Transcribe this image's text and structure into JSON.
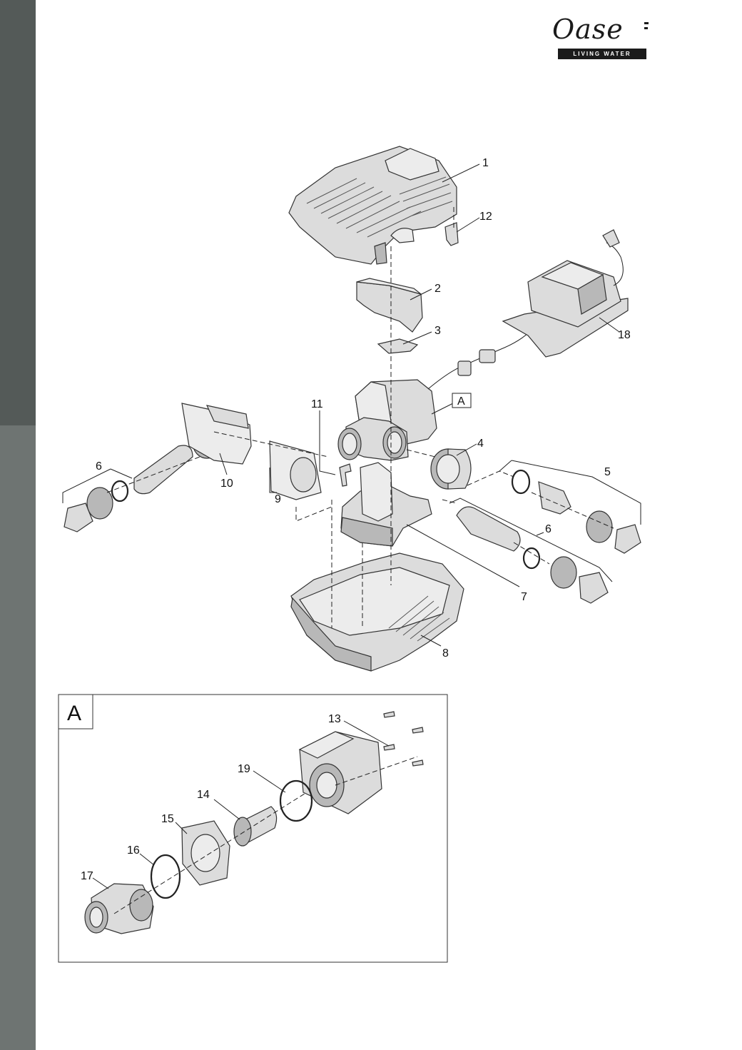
{
  "brand": {
    "name": "Oase",
    "tagline": "LIVING WATER"
  },
  "callouts": {
    "c1": "1",
    "c2": "2",
    "c3": "3",
    "c4": "4",
    "c5": "5",
    "c6a": "6",
    "c6b": "6",
    "c7": "7",
    "c8": "8",
    "c9": "9",
    "c10": "10",
    "c11": "11",
    "c12": "12",
    "c13": "13",
    "c14": "14",
    "c15": "15",
    "c16": "16",
    "c17": "17",
    "c18": "18",
    "c19": "19"
  },
  "detail": {
    "ref_label": "A",
    "box_label": "A"
  },
  "colors": {
    "sidebar_top": "#545a58",
    "sidebar_bottom": "#6e7472",
    "part_fill": "#dcdcdc"
  }
}
